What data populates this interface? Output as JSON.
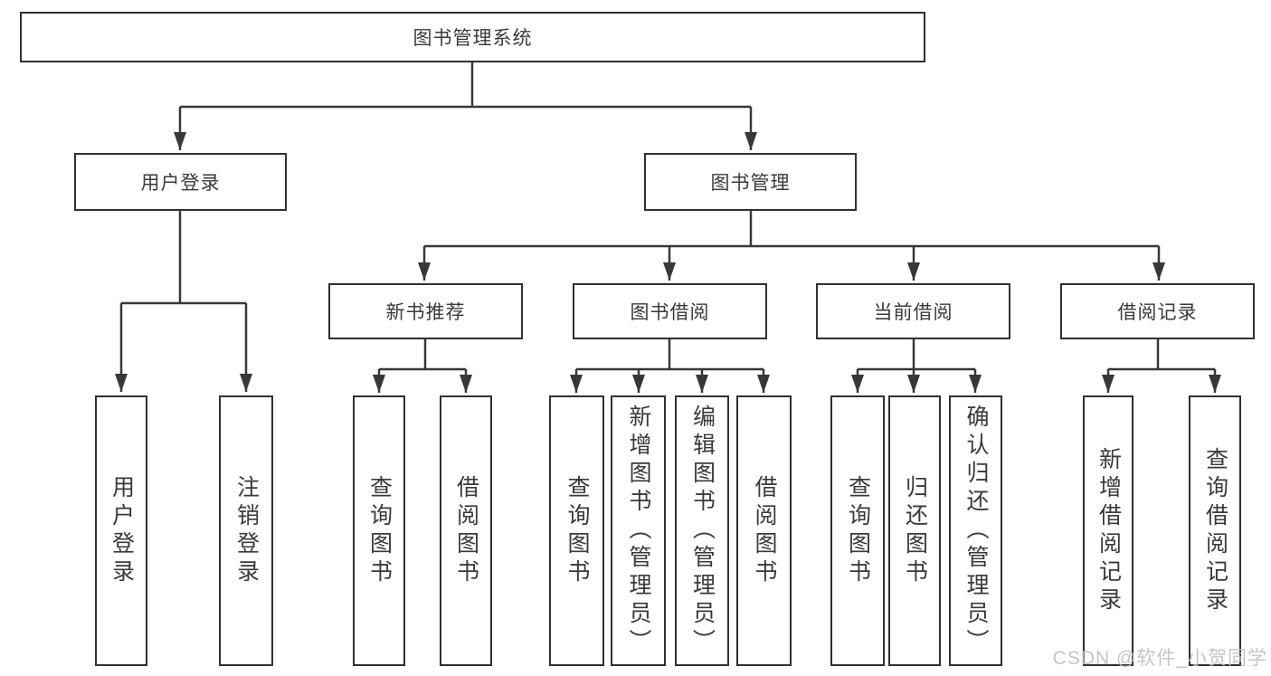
{
  "tree": {
    "root": "图书管理系统",
    "user_login": {
      "label": "用户登录",
      "children": [
        "用户登录",
        "注销登录"
      ]
    },
    "book_management": {
      "label": "图书管理",
      "groups": [
        {
          "label": "新书推荐",
          "children": [
            "查询图书",
            "借阅图书"
          ]
        },
        {
          "label": "图书借阅",
          "children": [
            "查询图书",
            "新增图书（管理员）",
            "编辑图书（管理员）",
            "借阅图书"
          ]
        },
        {
          "label": "当前借阅",
          "children": [
            "查询图书",
            "归还图书",
            "确认归还（管理员）"
          ]
        },
        {
          "label": "借阅记录",
          "children": [
            "新增借阅记录",
            "查询借阅记录"
          ]
        }
      ]
    }
  },
  "watermark": "CSDN @软件_小贺同学",
  "colors": {
    "line": "#383838",
    "text": "#3a3a3a",
    "box_fill": "#ffffff",
    "watermark": "#bfbfbf"
  }
}
